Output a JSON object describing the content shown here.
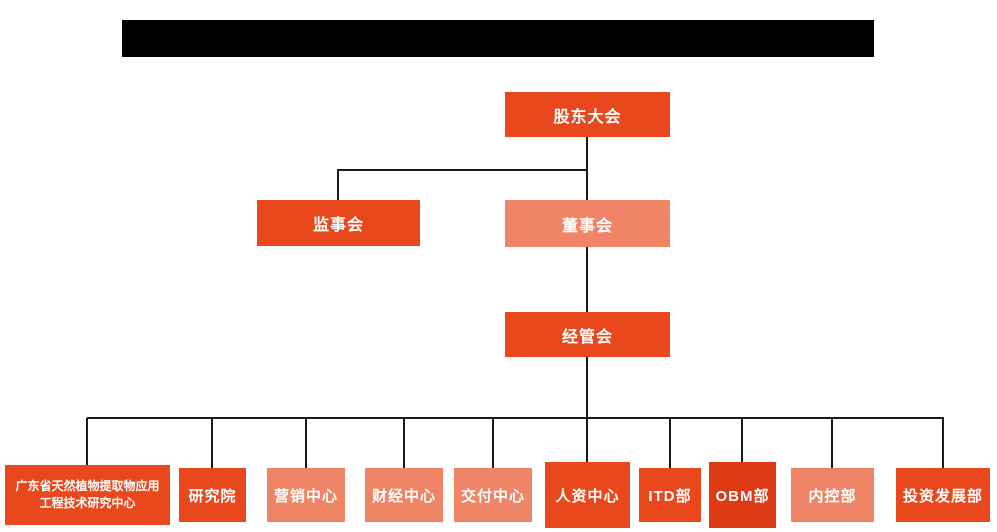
{
  "colors": {
    "primary": "#e8481c",
    "light": "#ef8566",
    "dark": "#de3a14",
    "line": "#1a1a1a",
    "redacted_bar": "#000000",
    "text": "#ffffff"
  },
  "nodes": {
    "shareholders_meeting": "股东大会",
    "supervisory_board": "监事会",
    "board_of_directors": "董事会",
    "management_committee": "经管会"
  },
  "departments": [
    "广东省天然植物提取物应用工程技术研究中心",
    "研究院",
    "营销中心",
    "财经中心",
    "交付中心",
    "人资中心",
    "ITD部",
    "OBM部",
    "内控部",
    "投资发展部"
  ]
}
